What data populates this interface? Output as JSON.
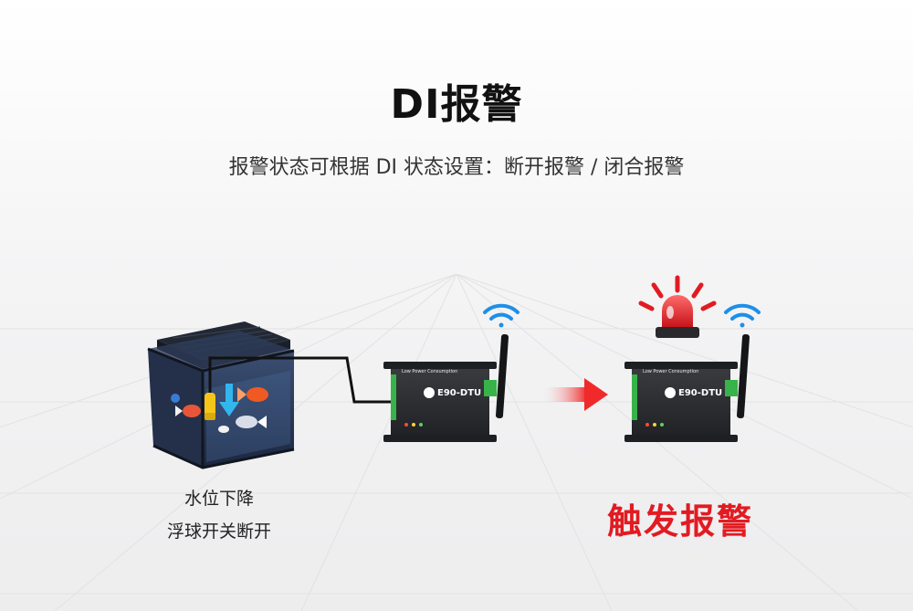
{
  "title": "DI报警",
  "subtitle": "报警状态可根据 DI 状态设置：断开报警 / 闭合报警",
  "left_caption": {
    "line1": "水位下降",
    "line2": "浮球开关断开"
  },
  "right_caption": "触发报警",
  "device": {
    "model": "E90-DTU",
    "header": "Low Power Consumption"
  },
  "colors": {
    "alarm_red": "#e21b22",
    "wifi_blue": "#1e8fe8",
    "device_dark": "#2b2d30",
    "terminal_green": "#37b34a"
  },
  "icons": [
    "water-tank-icon",
    "float-switch-icon",
    "wifi-icon",
    "antenna-icon",
    "arrow-right-icon",
    "siren-icon"
  ]
}
